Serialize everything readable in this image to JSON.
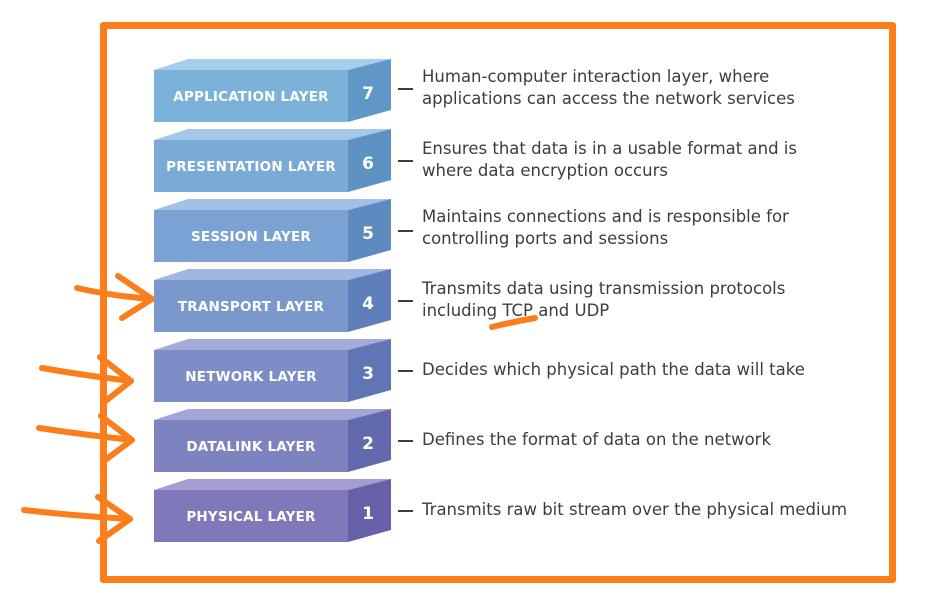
{
  "colors": {
    "frame": "#fb7d1c",
    "annotation": "#fb7d1c",
    "text": "#3d3d3d"
  },
  "layers": [
    {
      "number": "7",
      "name": "APPLICATION LAYER",
      "desc_line1": "Human-computer interaction layer, where",
      "desc_line2": "applications can access the network services",
      "front": "#7cb1d9",
      "top": "#a6cdec",
      "side": "#5f98c6"
    },
    {
      "number": "6",
      "name": "PRESENTATION LAYER",
      "desc_line1": "Ensures that data is in a usable format and is",
      "desc_line2": "where data encryption occurs",
      "front": "#7aaad6",
      "top": "#a4c8ea",
      "side": "#5e92c3"
    },
    {
      "number": "5",
      "name": "SESSION LAYER",
      "desc_line1": "Maintains connections and is responsible for",
      "desc_line2": "controlling ports and sessions",
      "front": "#7aa3d3",
      "top": "#a3c1e7",
      "side": "#5d8bc0"
    },
    {
      "number": "4",
      "name": "TRANSPORT LAYER",
      "desc_line1": "Transmits data using transmission protocols",
      "desc_line2": "including TCP and UDP",
      "front": "#7b98cc",
      "top": "#a1b6e0",
      "side": "#5e7fb9"
    },
    {
      "number": "3",
      "name": "NETWORK LAYER",
      "desc_line1": "Decides which physical path the data will take",
      "desc_line2": "",
      "front": "#7d8ec6",
      "top": "#a2abdb",
      "side": "#6075b3"
    },
    {
      "number": "2",
      "name": "DATALINK LAYER",
      "desc_line1": "Defines the format of data on the network",
      "desc_line2": "",
      "front": "#7e83c0",
      "top": "#a3a5d7",
      "side": "#626aad"
    },
    {
      "number": "1",
      "name": "PHYSICAL LAYER",
      "desc_line1": "Transmits raw bit stream over the physical medium",
      "desc_line2": "",
      "front": "#8079b9",
      "top": "#a59dd1",
      "side": "#6560a7"
    }
  ],
  "annotations": {
    "arrows_pointing_to": [
      "TRANSPORT LAYER",
      "NETWORK LAYER",
      "DATALINK LAYER",
      "PHYSICAL LAYER"
    ],
    "underlined_text": "TCP"
  }
}
